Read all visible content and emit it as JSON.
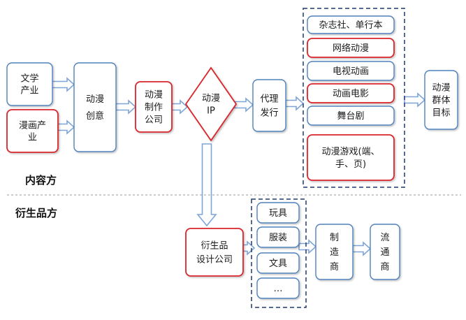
{
  "colors": {
    "blue_border": "#4f81bd",
    "red_border": "#d9262c",
    "arrow_fill": "#ffffff",
    "arrow_stroke": "#7fa5d6",
    "dashed_frame": "#1f3a6e",
    "divider": "#9a9a9a"
  },
  "sections": {
    "content_side": "内容方",
    "derivative_side": "衍生品方"
  },
  "nodes": {
    "literature_industry": [
      "文学",
      "产业"
    ],
    "comic_industry": [
      "漫画产",
      "业"
    ],
    "animation_creativity": [
      "动漫",
      "创意"
    ],
    "animation_company": [
      "动漫",
      "制作",
      "公司"
    ],
    "animation_ip": [
      "动漫",
      "IP"
    ],
    "agency_distribution": [
      "代理",
      "发行"
    ],
    "channels": [
      {
        "id": "magazine",
        "lines": [
          "杂志社、单行本"
        ],
        "highlight": false
      },
      {
        "id": "web-animation",
        "lines": [
          "网络动漫"
        ],
        "highlight": true
      },
      {
        "id": "tv-animation",
        "lines": [
          "电视动画"
        ],
        "highlight": false
      },
      {
        "id": "animation-film",
        "lines": [
          "动画电影"
        ],
        "highlight": true
      },
      {
        "id": "stage-play",
        "lines": [
          "舞台剧"
        ],
        "highlight": false
      },
      {
        "id": "animation-games",
        "lines": [
          "动漫游戏(端、",
          "手、页)"
        ],
        "highlight": true
      }
    ],
    "target_audience": [
      "动漫",
      "群体",
      "目标"
    ],
    "derivative_design_company": [
      "衍生品",
      "设计公司"
    ],
    "products": [
      {
        "id": "toys",
        "label": "玩具"
      },
      {
        "id": "clothing",
        "label": "服装"
      },
      {
        "id": "stationery",
        "label": "文具"
      },
      {
        "id": "more",
        "label": "…"
      }
    ],
    "manufacturer": [
      "制",
      "造",
      "商"
    ],
    "distributor": [
      "流",
      "通",
      "商"
    ]
  }
}
